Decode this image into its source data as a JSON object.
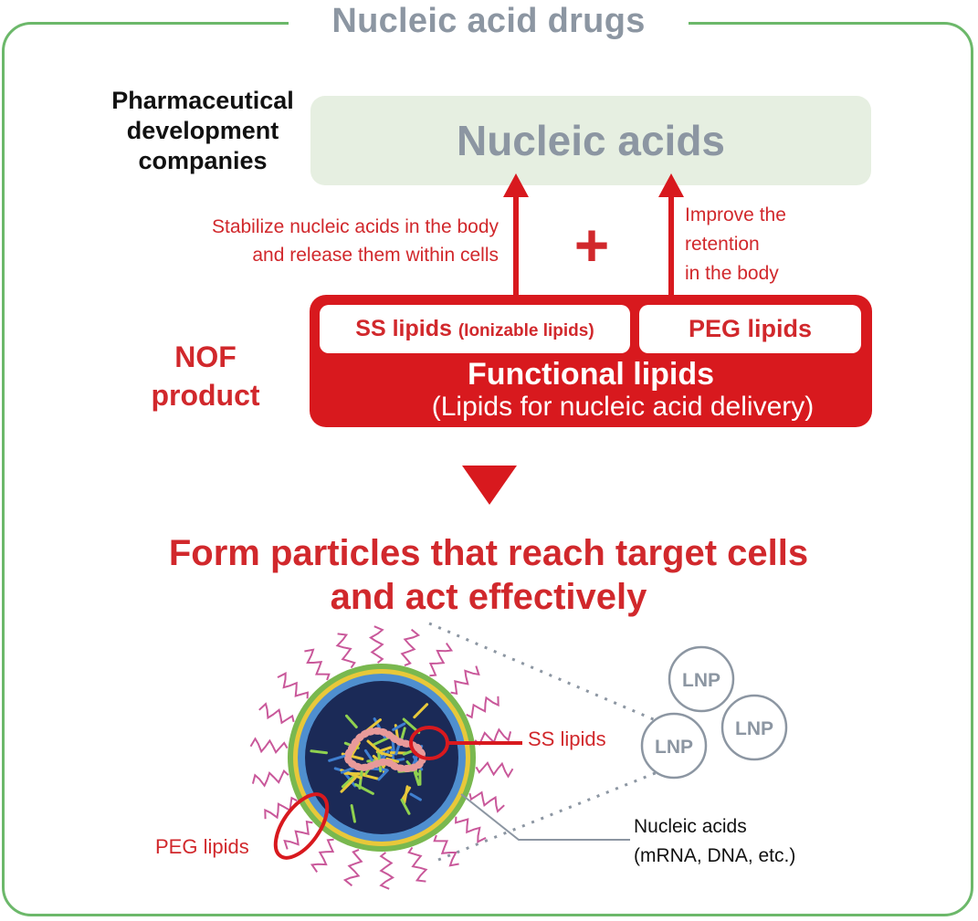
{
  "title": "Nucleic acid drugs",
  "pharma_label": [
    "Pharmaceutical",
    "development",
    "companies"
  ],
  "nucleic_acids_box": "Nucleic acids",
  "left_note": [
    "Stabilize nucleic acids in the body",
    "and release them within cells"
  ],
  "right_note": [
    "Improve the",
    "retention",
    "in the body"
  ],
  "plus_sign": "+",
  "nof_label": [
    "NOF",
    "product"
  ],
  "ss_lipids_main": "SS lipids",
  "ss_lipids_sub": "(Ionizable lipids)",
  "peg_lipids_pill": "PEG lipids",
  "functional_title": "Functional lipids",
  "functional_sub": "(Lipids for nucleic acid delivery)",
  "form_title": [
    "Form particles that reach target cells",
    "and act effectively"
  ],
  "diagram_labels": {
    "ss": "SS lipids",
    "peg": "PEG lipids",
    "nucleic_line1": "Nucleic acids",
    "nucleic_line2": "(mRNA, DNA, etc.)"
  },
  "lnp_labels": [
    "LNP",
    "LNP",
    "LNP"
  ],
  "colors": {
    "frame_green": "#6cb86a",
    "brand_red": "#d8191e",
    "text_red": "#d1282c",
    "gray_text": "#8c96a2",
    "light_green": "#e6efe1",
    "particle_navy": "#1b2a57"
  }
}
